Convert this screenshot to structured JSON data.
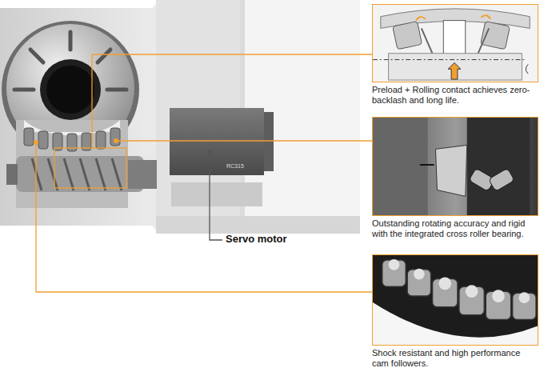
{
  "diagram": {
    "nodes": [
      {
        "text": [
          "Preload + Rolling contact achieves zero-backlash and long life."
        ]
      },
      {
        "text": [
          "Outstanding rotating accuracy and rigid with the integrated cross roller bearing."
        ]
      },
      {
        "text": [
          "Shock resistant and high performance cam followers."
        ]
      }
    ],
    "labels": [
      "Servo motor",
      "RC315"
    ]
  }
}
